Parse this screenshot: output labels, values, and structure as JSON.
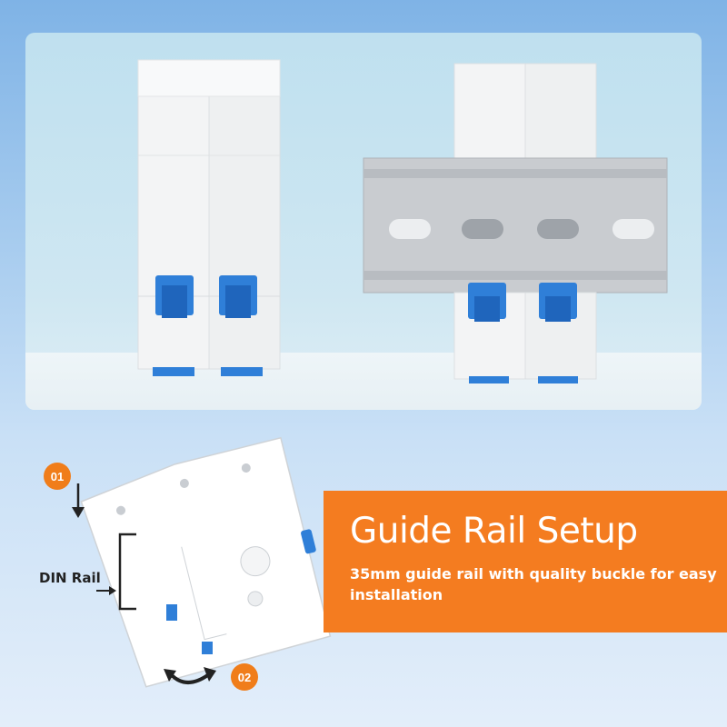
{
  "steps": [
    {
      "label": "01"
    },
    {
      "label": "02"
    }
  ],
  "din_rail_label": "DIN Rail",
  "banner": {
    "title": "Guide Rail Setup",
    "description": "35mm guide rail with quality buckle for easy installation"
  },
  "colors": {
    "accent_orange": "#f47c20",
    "toggle_blue": "#2f7fd8",
    "background_blue": "#a9cdef"
  },
  "icons": [
    "down-arrow-icon",
    "rotate-arrow-icon",
    "din-rail-arrow-icon"
  ]
}
